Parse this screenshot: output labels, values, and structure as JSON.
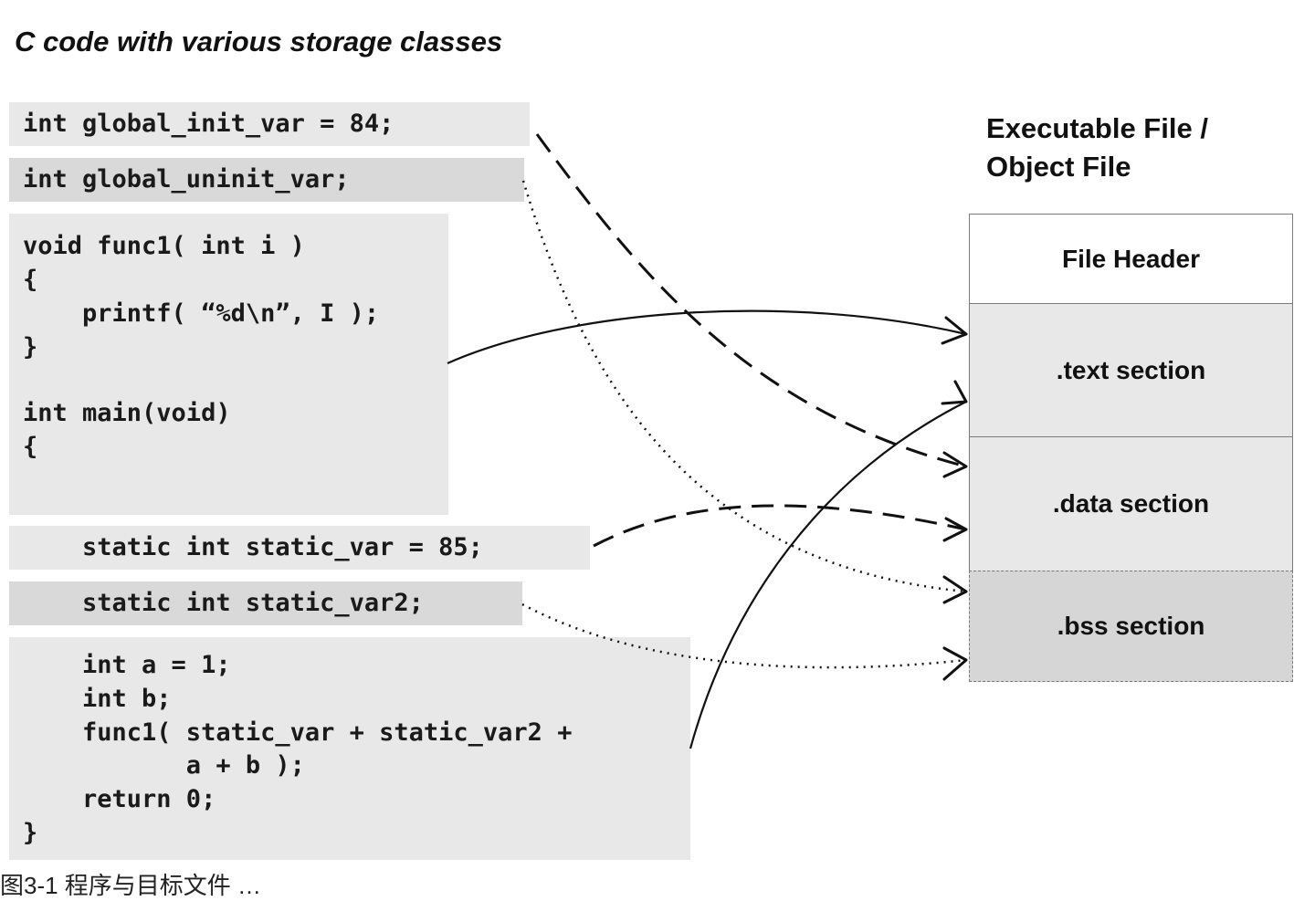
{
  "title": "C code with various storage classes",
  "code_blocks": {
    "global_init": [
      "int global_init_var = 84;"
    ],
    "global_uninit": [
      "int global_uninit_var;"
    ],
    "func_block": [
      "void func1( int i )",
      "{",
      "    printf( “%d\\n”, I );",
      "}",
      "",
      "int main(void)",
      "{"
    ],
    "static_init": [
      "    static int static_var = 85;"
    ],
    "static_uninit": [
      "    static int static_var2;"
    ],
    "main_body": [
      "    int a = 1;",
      "    int b;",
      "    func1( static_var + static_var2 +",
      "           a + b );",
      "    return 0;",
      "}"
    ]
  },
  "executable": {
    "title_line1": "Executable File /",
    "title_line2": "Object File",
    "sections": {
      "header": "File Header",
      "text": ".text section",
      "data": ".data section",
      "bss": ".bss section"
    }
  },
  "caption": "图3-1 程序与目标文件 …"
}
